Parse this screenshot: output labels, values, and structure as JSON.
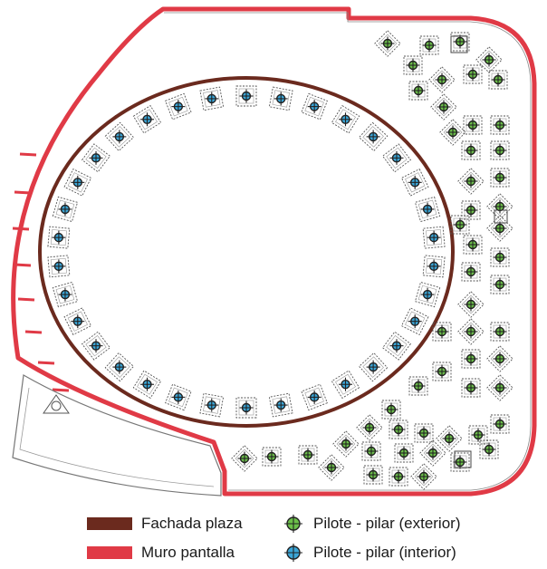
{
  "colors": {
    "fachada": "#6b2a1e",
    "muro": "#e03a46",
    "exterior_fill": "#6cc04a",
    "interior_fill": "#3aa6d8",
    "pile_stroke": "#222222",
    "cap_stroke": "#555555"
  },
  "legend": {
    "fachada_plaza": "Fachada plaza",
    "muro_pantalla": "Muro pantalla",
    "pilote_exterior": "Pilote - pilar (exterior)",
    "pilote_interior": "Pilote - pilar (interior)"
  },
  "icons": {
    "exterior": "crosshair-circle-green-icon",
    "interior": "crosshair-circle-blue-icon"
  }
}
